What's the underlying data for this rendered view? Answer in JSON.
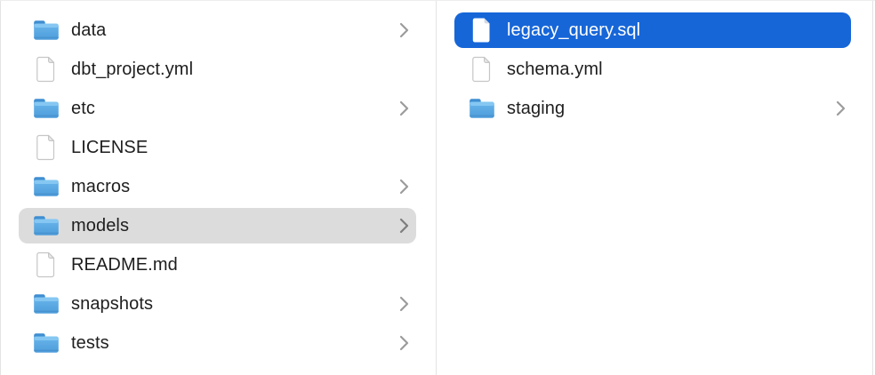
{
  "app": {
    "view": "finder-column-view"
  },
  "colors": {
    "selection_blue": "#1666d8",
    "selection_gray": "#dcdcdc",
    "text": "#1e1e1e",
    "text_selected": "#ffffff",
    "chevron": "#9c9c9c",
    "chevron_on_selected_gray": "#7d7d7d",
    "divider": "#e3e3e3",
    "folder_blue": "#55a7e0",
    "background": "#ffffff"
  },
  "columns": [
    {
      "name": "parent-folder-contents",
      "items": [
        {
          "label": "data",
          "type": "folder",
          "chevron": true,
          "selected": false
        },
        {
          "label": "dbt_project.yml",
          "type": "file",
          "chevron": false,
          "selected": false
        },
        {
          "label": "etc",
          "type": "folder",
          "chevron": true,
          "selected": false
        },
        {
          "label": "LICENSE",
          "type": "file",
          "chevron": false,
          "selected": false
        },
        {
          "label": "macros",
          "type": "folder",
          "chevron": true,
          "selected": false
        },
        {
          "label": "models",
          "type": "folder",
          "chevron": true,
          "selected": true,
          "selection_style": "inactive-gray"
        },
        {
          "label": "README.md",
          "type": "file",
          "chevron": false,
          "selected": false
        },
        {
          "label": "snapshots",
          "type": "folder",
          "chevron": true,
          "selected": false
        },
        {
          "label": "tests",
          "type": "folder",
          "chevron": true,
          "selected": false
        }
      ]
    },
    {
      "name": "models-folder-contents",
      "items": [
        {
          "label": "legacy_query.sql",
          "type": "file",
          "chevron": false,
          "selected": true,
          "selection_style": "active-blue"
        },
        {
          "label": "schema.yml",
          "type": "file",
          "chevron": false,
          "selected": false
        },
        {
          "label": "staging",
          "type": "folder",
          "chevron": true,
          "selected": false
        }
      ]
    }
  ]
}
